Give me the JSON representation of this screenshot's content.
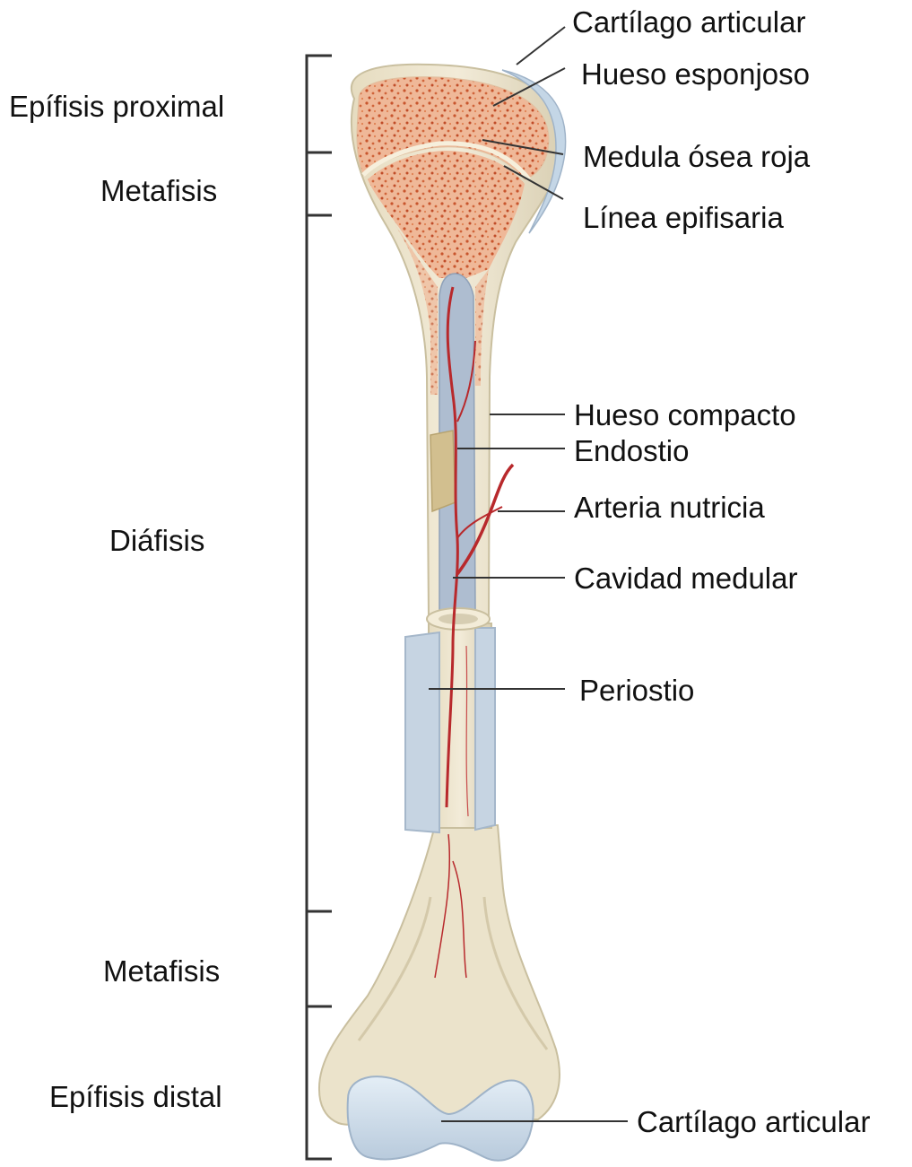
{
  "diagram": {
    "colors": {
      "bone": "#ece4cc",
      "bone_shade": "#d8ceb2",
      "spongy": "#e8a888",
      "spongy_dots": "#c8552d",
      "cartilage": "#c8d8e8",
      "cavity": "#a8b8cc",
      "periosteum": "#c4d2e0",
      "artery": "#b8292c",
      "bracket": "#333333",
      "leader": "#333333"
    },
    "left_labels": [
      {
        "id": "epifisis-proximal",
        "text": "Epífisis proximal"
      },
      {
        "id": "metafisis-proximal",
        "text": "Metafisis"
      },
      {
        "id": "diafisis",
        "text": "Diáfisis"
      },
      {
        "id": "metafisis-distal",
        "text": "Metafisis"
      },
      {
        "id": "epifisis-distal",
        "text": "Epífisis distal"
      }
    ],
    "right_labels": [
      {
        "id": "cartilago-articular-proximal",
        "text": "Cartílago articular"
      },
      {
        "id": "hueso-esponjoso",
        "text": "Hueso esponjoso"
      },
      {
        "id": "medula-osea-roja",
        "text": "Medula ósea roja"
      },
      {
        "id": "linea-epifisaria",
        "text": "Línea epifisaria"
      },
      {
        "id": "hueso-compacto",
        "text": "Hueso compacto"
      },
      {
        "id": "endostio",
        "text": "Endostio"
      },
      {
        "id": "arteria-nutricia",
        "text": "Arteria nutricia"
      },
      {
        "id": "cavidad-medular",
        "text": "Cavidad medular"
      },
      {
        "id": "periostio",
        "text": "Periostio"
      },
      {
        "id": "cartilago-articular-distal",
        "text": "Cartílago articular"
      }
    ]
  }
}
